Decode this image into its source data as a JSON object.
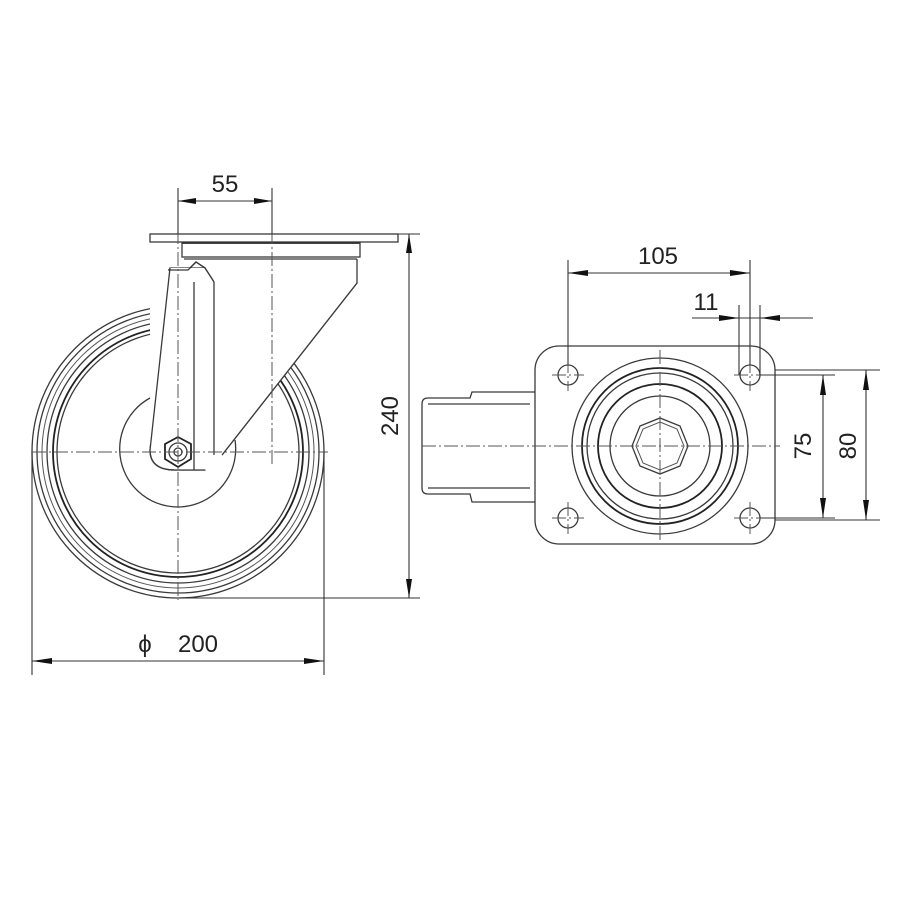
{
  "drawing": {
    "title": "Swivel castor technical drawing",
    "views": [
      {
        "name": "side-view",
        "description": "Swivel castor side elevation with wheel and fork"
      },
      {
        "name": "top-view",
        "description": "Top plate plan view with mounting holes and bearing"
      }
    ],
    "colors": {
      "line": "#3a3a3a",
      "background": "#ffffff"
    }
  },
  "dimensions": {
    "fork_offset": "55",
    "overall_height": "240",
    "wheel_diameter_symbol": "ϕ",
    "wheel_diameter": "200",
    "plate_hole_spacing_length": "105",
    "bolt_hole_diameter": "11",
    "plate_hole_spacing_width": "75",
    "plate_width": "80"
  }
}
